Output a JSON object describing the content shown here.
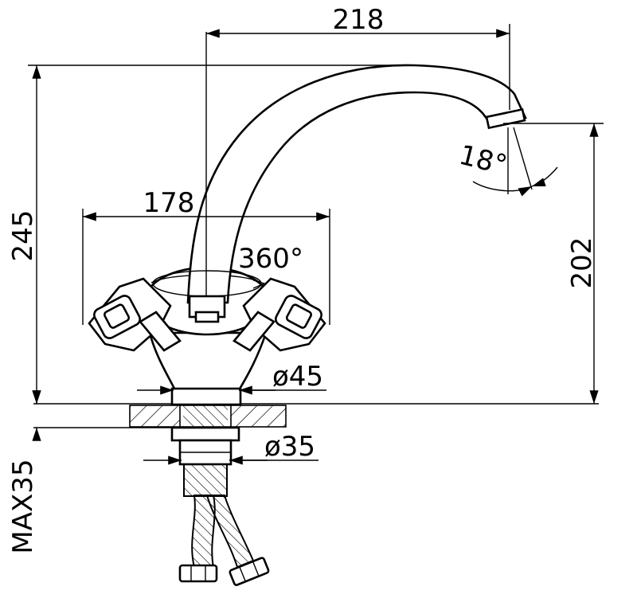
{
  "dimensions": {
    "spout_reach": "218",
    "height_total": "245",
    "handle_span": "178",
    "rotation": "360°",
    "spout_height": "202",
    "spout_angle": "18°",
    "base_diameter": "ø45",
    "mount_diameter": "ø35",
    "max_thickness": "MAX35"
  }
}
